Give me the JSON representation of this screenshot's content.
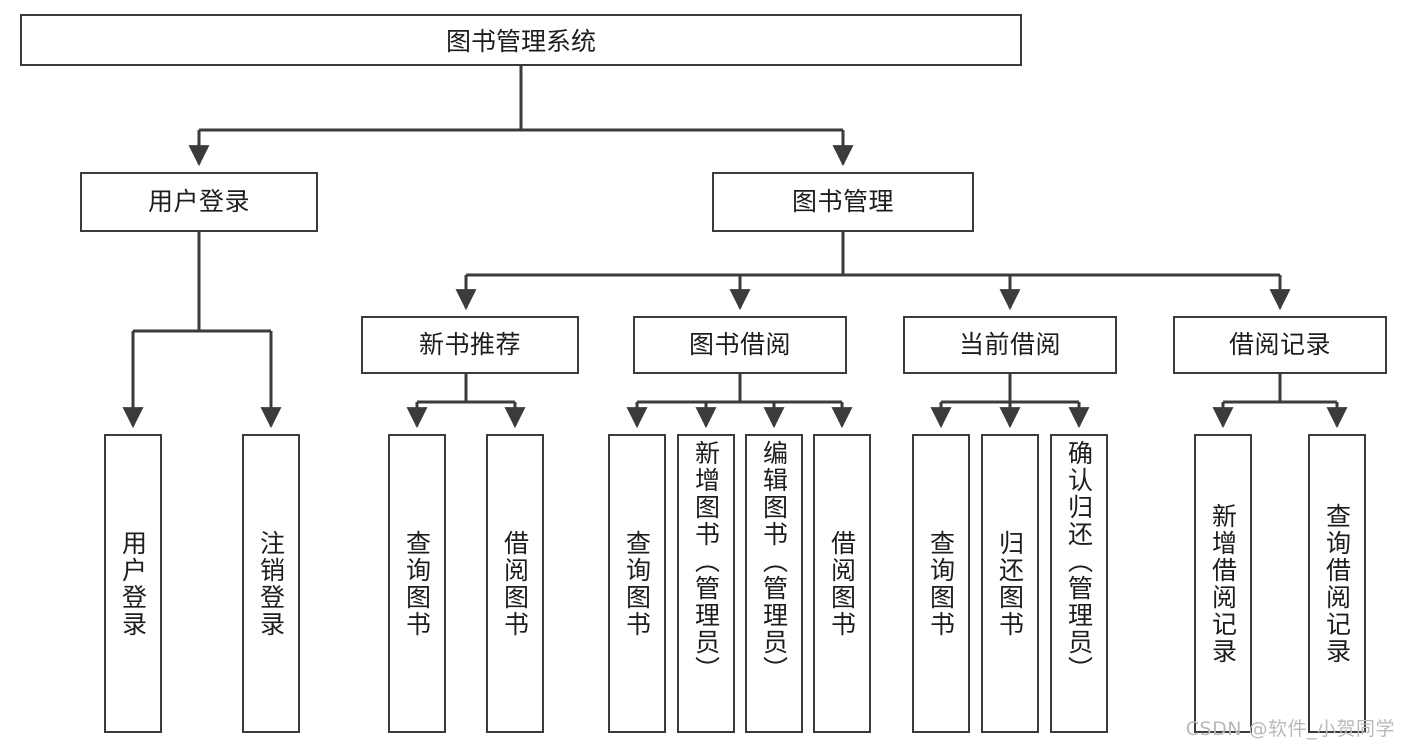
{
  "diagram": {
    "type": "tree",
    "title": "图书管理系统",
    "watermark": "CSDN @软件_小贺同学",
    "colors": {
      "box_border": "#3b3b3b",
      "box_fill": "#ffffff",
      "connector": "#3b3b3b",
      "text": "#1d1d1d",
      "watermark": "#b9b9b9",
      "background": "#ffffff"
    },
    "root": {
      "label": "图书管理系统"
    },
    "level2": [
      {
        "label": "用户登录"
      },
      {
        "label": "图书管理"
      }
    ],
    "level3": [
      {
        "label": "新书推荐"
      },
      {
        "label": "图书借阅"
      },
      {
        "label": "当前借阅"
      },
      {
        "label": "借阅记录"
      }
    ],
    "leaves": {
      "user_login": [
        {
          "label": "用户登录"
        },
        {
          "label": "注销登录"
        }
      ],
      "new_book": [
        {
          "label": "查询图书"
        },
        {
          "label": "借阅图书"
        }
      ],
      "book_borrow": [
        {
          "label": "查询图书"
        },
        {
          "label": "新增图书（管理员）"
        },
        {
          "label": "编辑图书（管理员）"
        },
        {
          "label": "借阅图书"
        }
      ],
      "current_borrow": [
        {
          "label": "查询图书"
        },
        {
          "label": "归还图书"
        },
        {
          "label": "确认归还（管理员）"
        }
      ],
      "borrow_record": [
        {
          "label": "新增借阅记录"
        },
        {
          "label": "查询借阅记录"
        }
      ]
    }
  }
}
